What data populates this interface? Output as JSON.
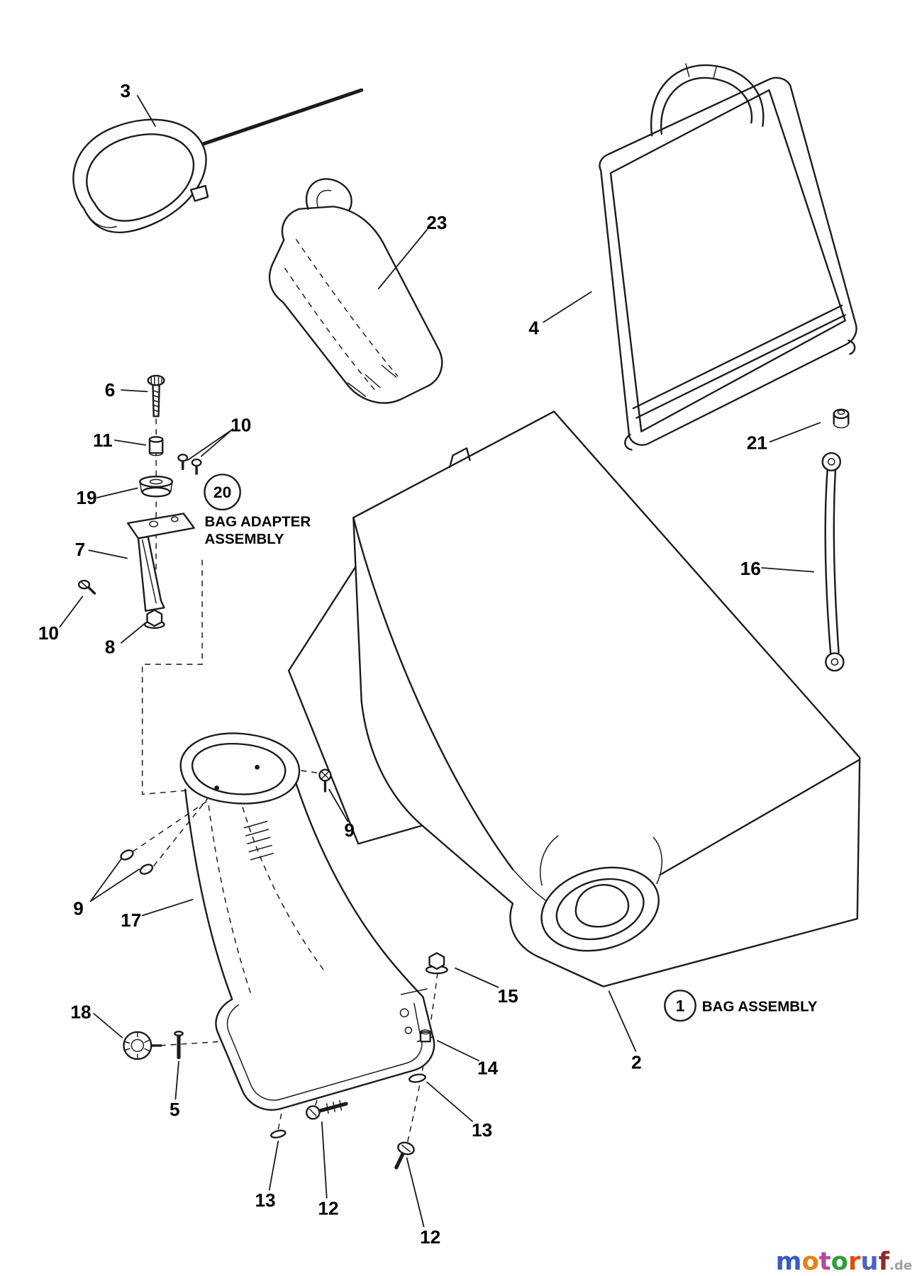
{
  "callouts": [
    {
      "label": "3"
    },
    {
      "label": "23"
    },
    {
      "label": "4"
    },
    {
      "label": "6"
    },
    {
      "label": "11"
    },
    {
      "label": "10"
    },
    {
      "label": "19"
    },
    {
      "label": "7"
    },
    {
      "label": "10"
    },
    {
      "label": "8"
    },
    {
      "label": "21"
    },
    {
      "label": "16"
    },
    {
      "label": "9"
    },
    {
      "label": "9"
    },
    {
      "label": "17"
    },
    {
      "label": "15"
    },
    {
      "label": "2"
    },
    {
      "label": "14"
    },
    {
      "label": "18"
    },
    {
      "label": "13"
    },
    {
      "label": "5"
    },
    {
      "label": "13"
    },
    {
      "label": "12"
    },
    {
      "label": "12"
    }
  ],
  "badges": {
    "adapter": "20",
    "bag": "1"
  },
  "labels": {
    "bag_adapter_line1": "BAG ADAPTER",
    "bag_adapter_line2": "ASSEMBLY",
    "bag_assembly": "BAG ASSEMBLY"
  },
  "watermark": {
    "letters": [
      {
        "char": "m",
        "color": "#3b5bbf"
      },
      {
        "char": "o",
        "color": "#e8820c"
      },
      {
        "char": "t",
        "color": "#b5489c"
      },
      {
        "char": "o",
        "color": "#2e9e3c"
      },
      {
        "char": "r",
        "color": "#e84b0c"
      },
      {
        "char": "u",
        "color": "#4a63c8"
      },
      {
        "char": "f",
        "color": "#8e2a2a"
      }
    ],
    "suffix": ".de",
    "suffix_color": "#9aa0a6"
  }
}
